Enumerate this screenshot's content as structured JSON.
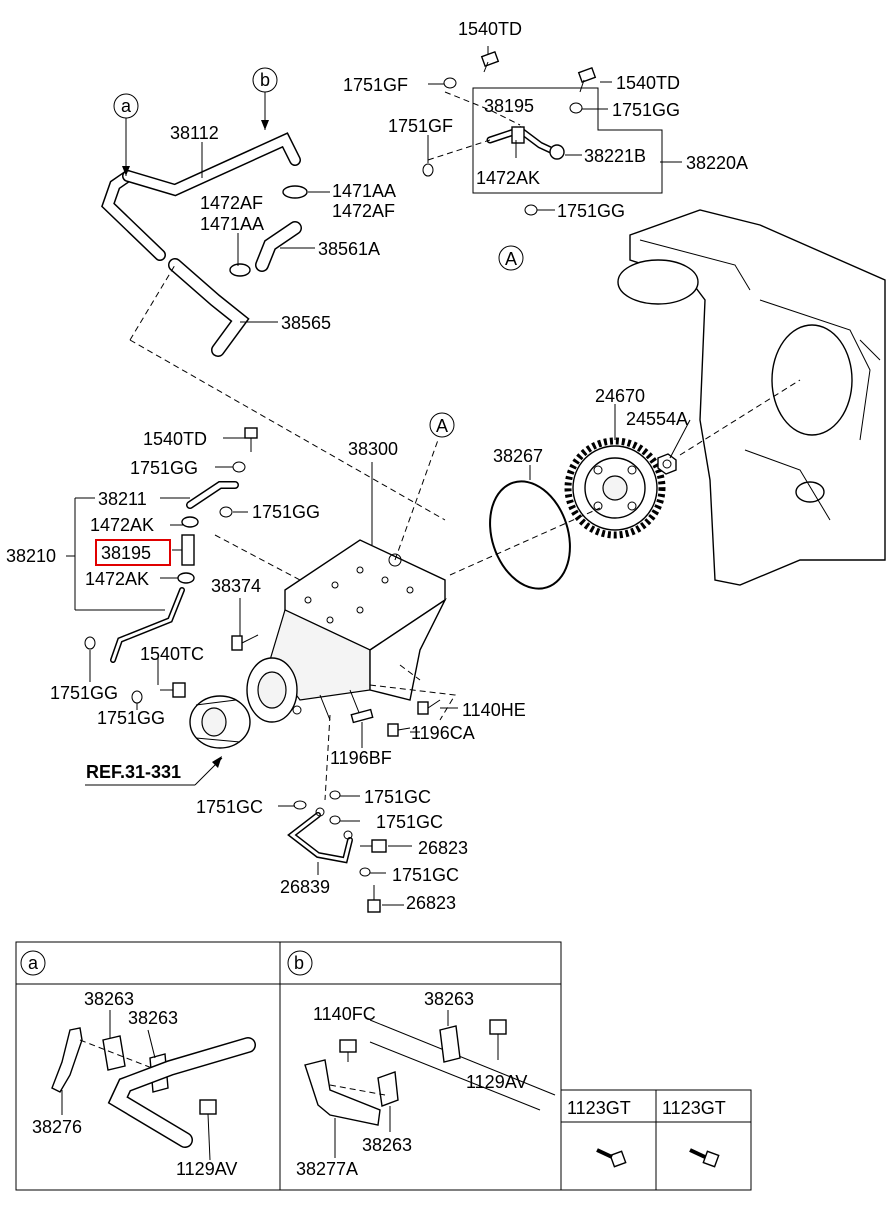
{
  "labels": {
    "l1540TD_a": "1540TD",
    "l1751GF_a": "1751GF",
    "l1540TD_b": "1540TD",
    "l38195_top": "38195",
    "l1751GG_top": "1751GG",
    "l1751GF_b": "1751GF",
    "l38221B": "38221B",
    "l38220A": "38220A",
    "l1472AK_top": "1472AK",
    "l1751GG_mid": "1751GG",
    "calloutA_top": "A",
    "callout_a": "a",
    "callout_b": "b",
    "l38112": "38112",
    "l1471AA_a": "1471AA",
    "l1472AF_a": "1472AF",
    "l1472AF_b": "1472AF",
    "l1471AA_b": "1471AA",
    "l38561A": "38561A",
    "l38565": "38565",
    "l24670": "24670",
    "l24554A": "24554A",
    "l38267": "38267",
    "l1540TD_c": "1540TD",
    "l38300": "38300",
    "calloutA_mid": "A",
    "l1751GG_c": "1751GG",
    "l38211": "38211",
    "l1751GG_d": "1751GG",
    "l1472AK_a": "1472AK",
    "l38210": "38210",
    "l38195_main": "38195",
    "l1472AK_b": "1472AK",
    "l38374": "38374",
    "l1540TC": "1540TC",
    "l1751GG_e": "1751GG",
    "l1751GG_f": "1751GG",
    "l1140HE": "1140HE",
    "l1196CA": "1196CA",
    "l1196BF": "1196BF",
    "ref": "REF.31-331",
    "l1751GC_a": "1751GC",
    "l1751GC_b": "1751GC",
    "l1751GC_c": "1751GC",
    "l26823_a": "26823",
    "l26839": "26839",
    "l1751GC_d": "1751GC",
    "l26823_b": "26823"
  },
  "panels": {
    "a": {
      "tag": "a",
      "l38263_a": "38263",
      "l38263_b": "38263",
      "l38276": "38276",
      "l1129AV": "1129AV"
    },
    "b": {
      "tag": "b",
      "l1140FC": "1140FC",
      "l38263_a": "38263",
      "l1129AV": "1129AV",
      "l38263_b": "38263",
      "l38277A": "38277A"
    },
    "c1": {
      "header": "1123GT"
    },
    "c2": {
      "header": "1123GT"
    }
  },
  "colors": {
    "line": "#000000",
    "highlight": "#e00000",
    "background": "#ffffff"
  }
}
